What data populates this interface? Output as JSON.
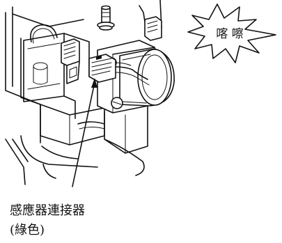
{
  "sound_effect": {
    "text": "喀 嚓"
  },
  "callout": {
    "line1": "感應器連接器",
    "line2": "(綠色)"
  }
}
